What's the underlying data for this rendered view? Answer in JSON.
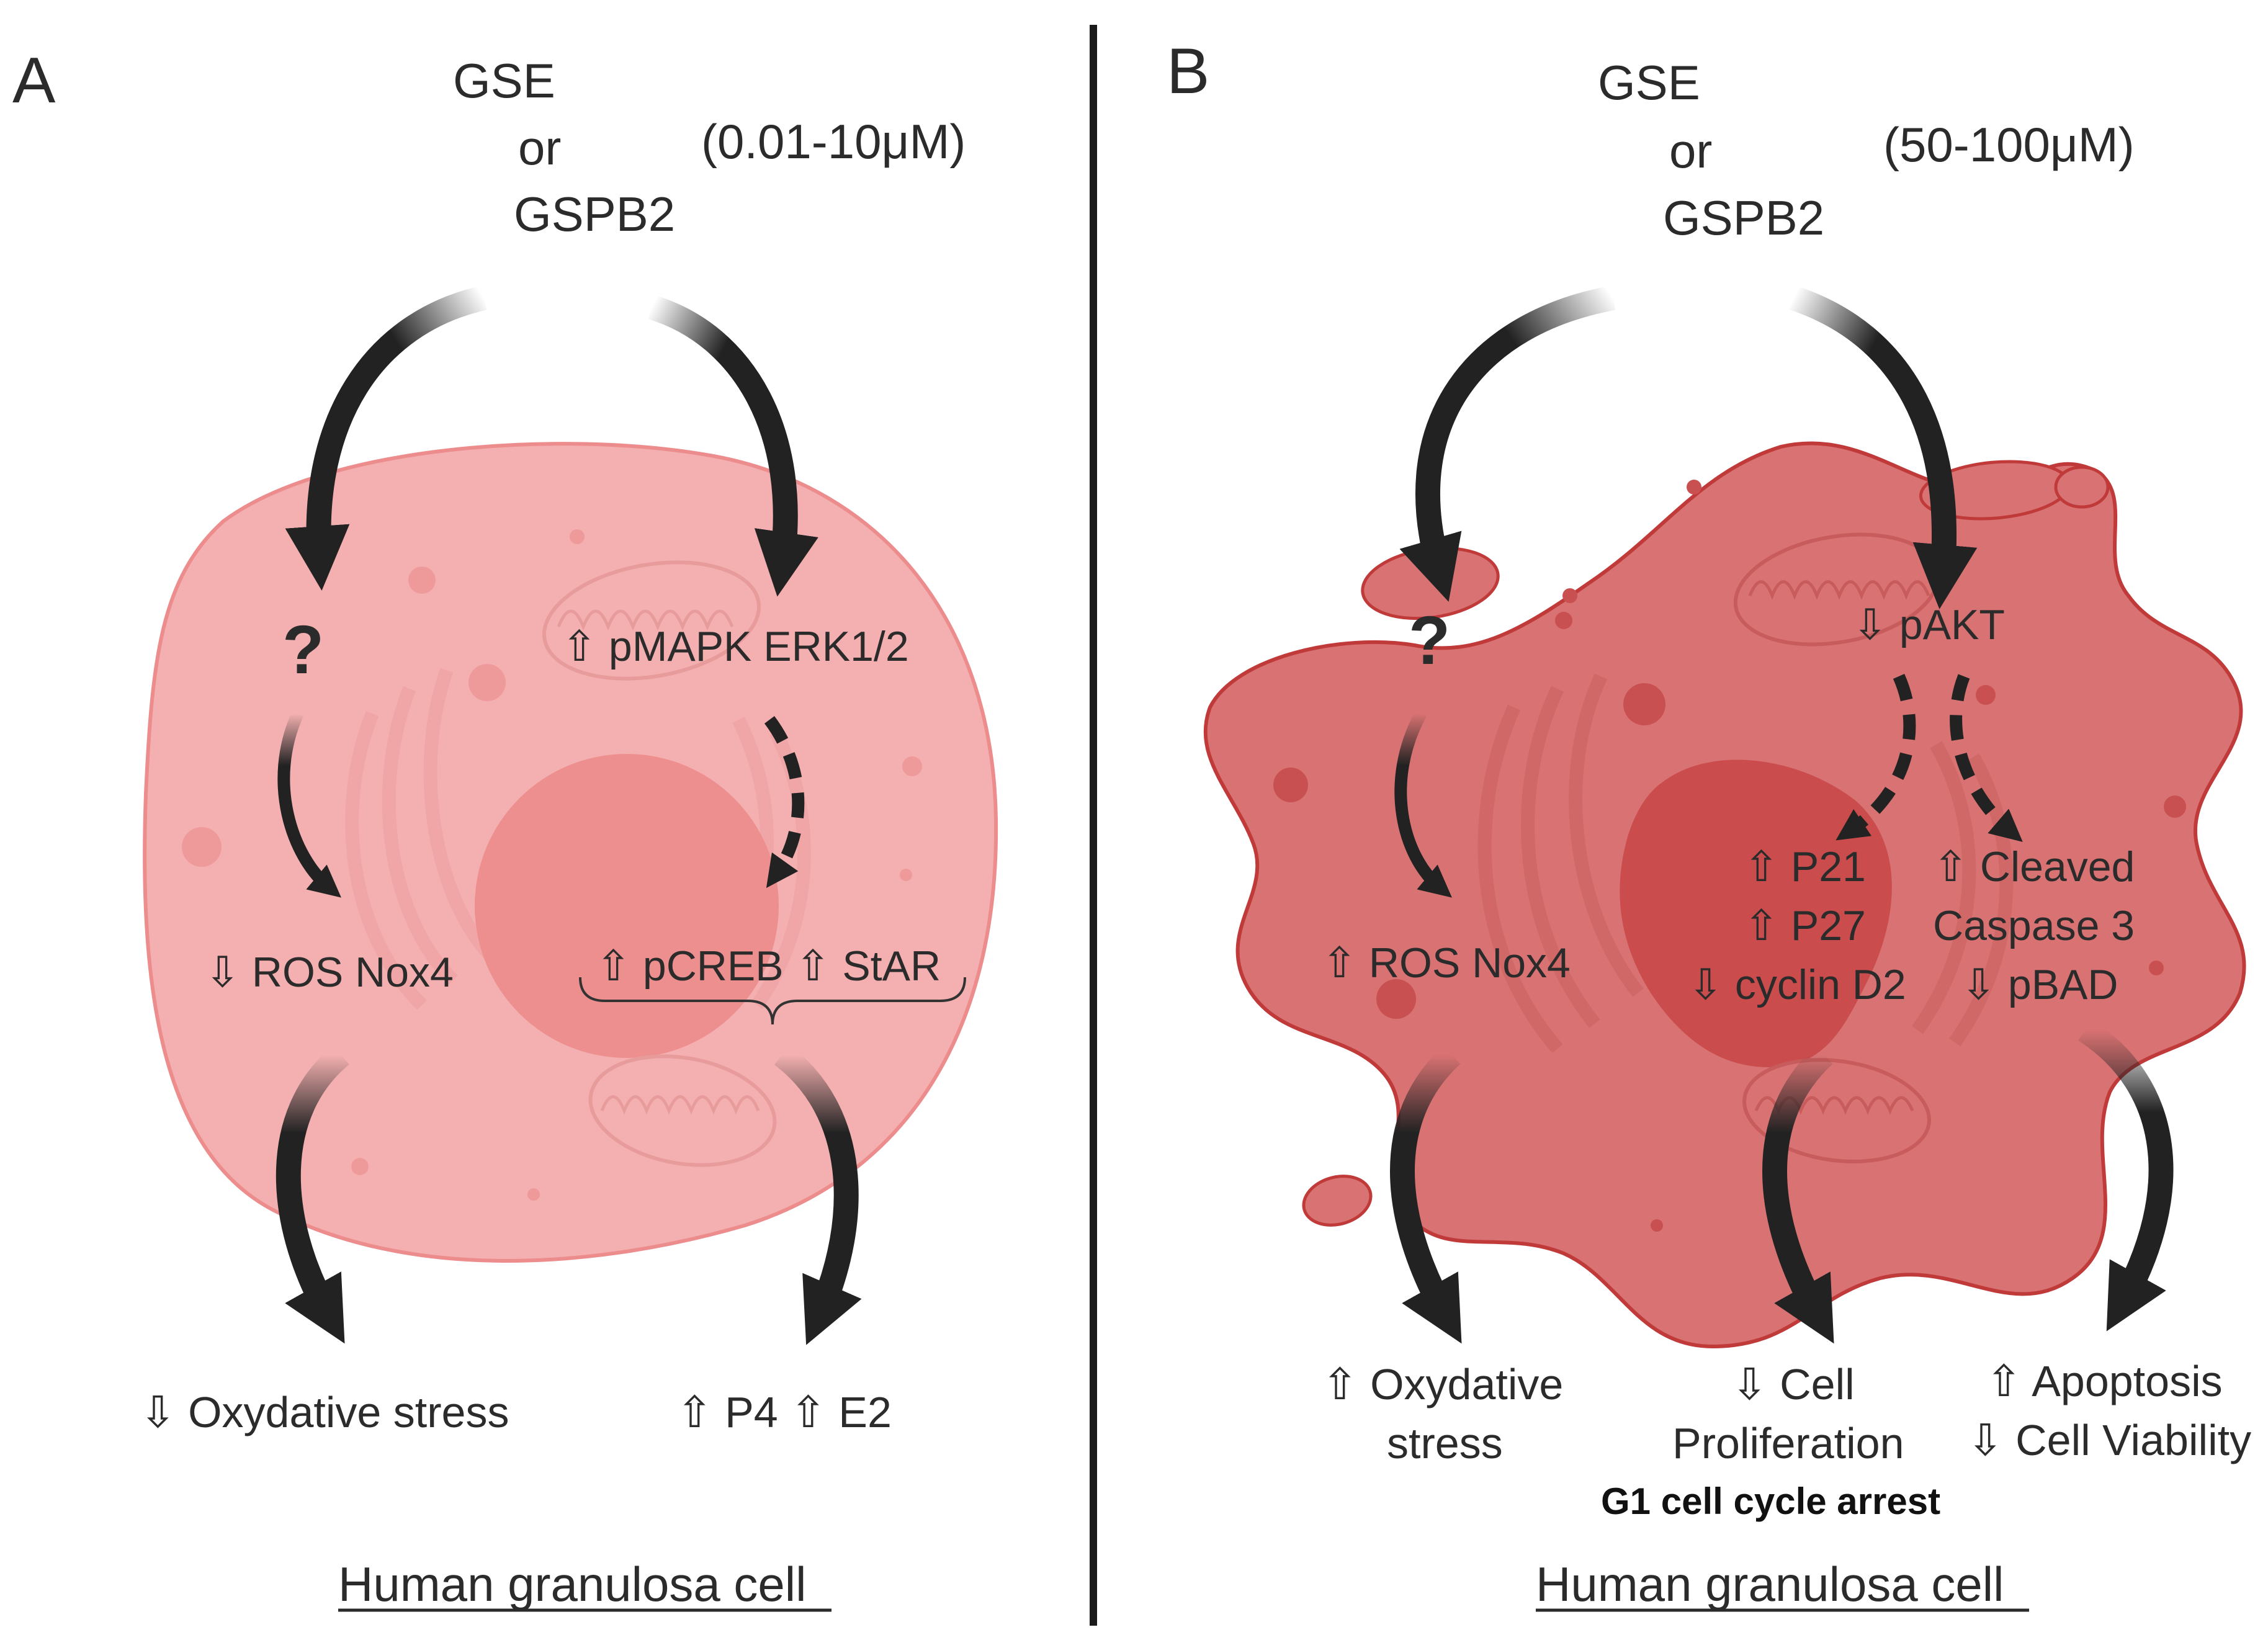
{
  "colors": {
    "cell_a_fill": "#f4b0b0",
    "cell_a_stroke": "#ec8c8c",
    "nucleus_a": "#ee8f8f",
    "cell_b_fill": "#d97272",
    "cell_b_stroke": "#c03a3a",
    "nucleus_b": "#c94848",
    "arrow": "#222222",
    "divider": "#1a1a1a"
  },
  "panel_a": {
    "letter": "A",
    "drug_line1": "GSE",
    "drug_line2": "or",
    "drug_line3": "GSPB2",
    "concentration": "(0.01-10μM)",
    "unknown": "?",
    "mapk": "⇧ pMAPK ERK1/2",
    "ros": "⇩ ROS Nox4",
    "creb_star": "⇧ pCREB ⇧ StAR",
    "oxidative": "⇩ Oxydative stress",
    "hormones": "⇧ P4 ⇧ E2",
    "caption": "Human granulosa cell"
  },
  "panel_b": {
    "letter": "B",
    "drug_line1": "GSE",
    "drug_line2": "or",
    "drug_line3": "GSPB2",
    "concentration": "(50-100μM)",
    "unknown": "?",
    "pakt": "⇩ pAKT",
    "ros": "⇧ ROS Nox4",
    "p21": "⇧ P21",
    "p27": "⇧ P27",
    "cyclin": "⇩ cyclin D2",
    "cleaved": "⇧ Cleaved",
    "caspase": "Caspase 3",
    "pbad": "⇩ pBAD",
    "oxidative_line1": "⇧ Oxydative",
    "oxidative_line2": "stress",
    "cell_line1": "⇩ Cell",
    "cell_line2": "Proliferation",
    "arrest": "G1 cell cycle  arrest",
    "apoptosis": "⇧ Apoptosis",
    "viability": "⇩ Cell Viability",
    "caption": "Human granulosa cell"
  }
}
